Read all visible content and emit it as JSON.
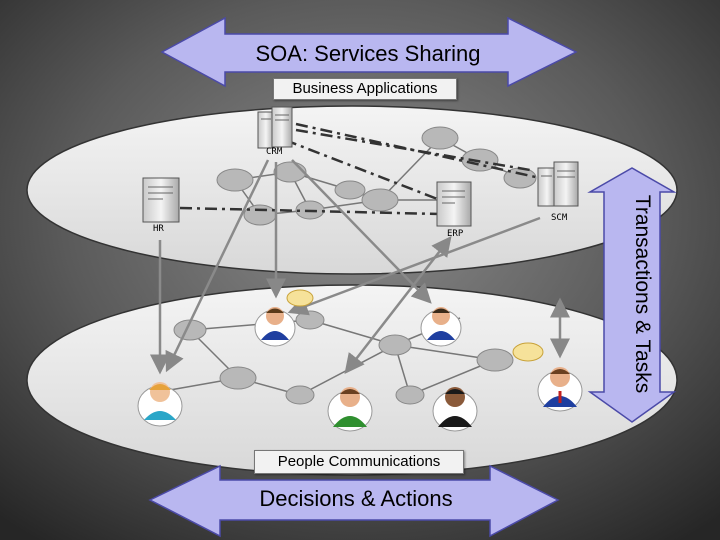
{
  "slide": {
    "title": "SOA: Services Sharing",
    "upper_layer_label": "Business Applications",
    "lower_layer_label": "People Communications",
    "bottom_title": "Decisions & Actions",
    "side_arrow_label": "Transactions & Tasks"
  },
  "servers": {
    "crm": "CRM",
    "hr": "HR",
    "erp": "ERP",
    "scm": "SCM"
  },
  "colors": {
    "background": "#3c3c3c",
    "arrow_fill": "#b9b7f0",
    "ellipse_fill": "#e6e6e6",
    "node_fill": "#b4b4b4"
  }
}
